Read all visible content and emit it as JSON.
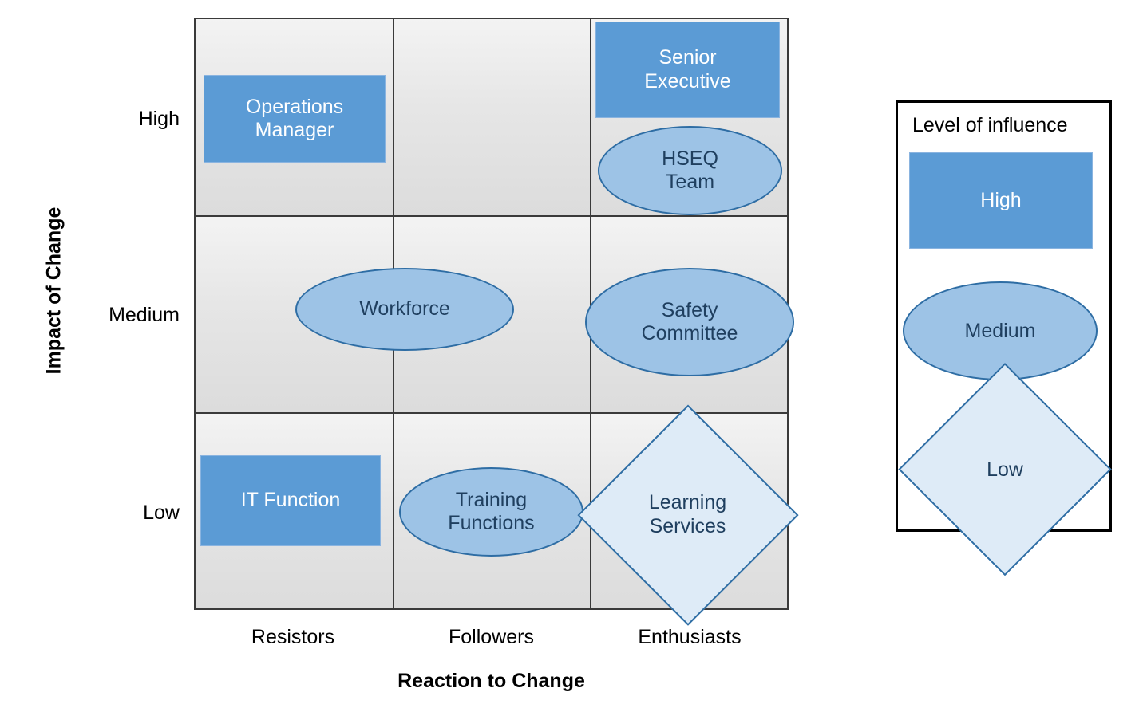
{
  "chart_data": {
    "type": "scatter",
    "title": "",
    "xlabel": "Reaction to Change",
    "ylabel": "Impact of Change",
    "x_categories": [
      "Resistors",
      "Followers",
      "Enthusiasts"
    ],
    "y_categories": [
      "High",
      "Medium",
      "Low"
    ],
    "grid": true,
    "legend_position": "right",
    "points": [
      {
        "label": "Operations Manager",
        "x": "Resistors",
        "y": "High",
        "influence": "High",
        "shape": "rect"
      },
      {
        "label": "Senior Executive",
        "x": "Enthusiasts",
        "y": "High",
        "influence": "High",
        "shape": "rect"
      },
      {
        "label": "HSEQ Team",
        "x": "Enthusiasts",
        "y": "High",
        "influence": "Medium",
        "shape": "ellipse"
      },
      {
        "label": "Workforce",
        "x": "Resistors/Followers",
        "y": "Medium",
        "influence": "Medium",
        "shape": "ellipse"
      },
      {
        "label": "Safety Committee",
        "x": "Enthusiasts",
        "y": "Medium",
        "influence": "Medium",
        "shape": "ellipse"
      },
      {
        "label": "IT Function",
        "x": "Resistors",
        "y": "Low",
        "influence": "High",
        "shape": "rect"
      },
      {
        "label": "Training Functions",
        "x": "Followers",
        "y": "Low",
        "influence": "Medium",
        "shape": "ellipse"
      },
      {
        "label": "Learning Services",
        "x": "Enthusiasts",
        "y": "Low",
        "influence": "Low",
        "shape": "diamond"
      }
    ]
  },
  "axes": {
    "y_title": "Impact of Change",
    "x_title": "Reaction to Change",
    "y_ticks": [
      "High",
      "Medium",
      "Low"
    ],
    "x_ticks": [
      "Resistors",
      "Followers",
      "Enthusiasts"
    ]
  },
  "nodes": {
    "operations_manager": "Operations\nManager",
    "operations_manager_line1": "Operations",
    "operations_manager_line2": "Manager",
    "senior_executive_line1": "Senior",
    "senior_executive_line2": "Executive",
    "hseq_team_line1": "HSEQ",
    "hseq_team_line2": "Team",
    "workforce": "Workforce",
    "safety_committee_line1": "Safety",
    "safety_committee_line2": "Committee",
    "it_function": "IT Function",
    "training_functions_line1": "Training",
    "training_functions_line2": "Functions",
    "learning_services_line1": "Learning",
    "learning_services_line2": "Services"
  },
  "legend": {
    "title": "Level of influence",
    "items": [
      {
        "label": "High",
        "shape": "rect"
      },
      {
        "label": "Medium",
        "shape": "ellipse"
      },
      {
        "label": "Low",
        "shape": "diamond"
      }
    ]
  },
  "colors": {
    "high_fill": "#5B9BD5",
    "medium_fill": "#9DC3E6",
    "low_fill": "#DEEBF7",
    "shape_stroke": "#2E6DA4",
    "grid_line": "#3A3A3A",
    "cell_top": "#F3F3F3",
    "cell_bottom": "#DCDCDC",
    "text_dark": "#1F3F5F",
    "text_light": "#FFFFFF"
  }
}
